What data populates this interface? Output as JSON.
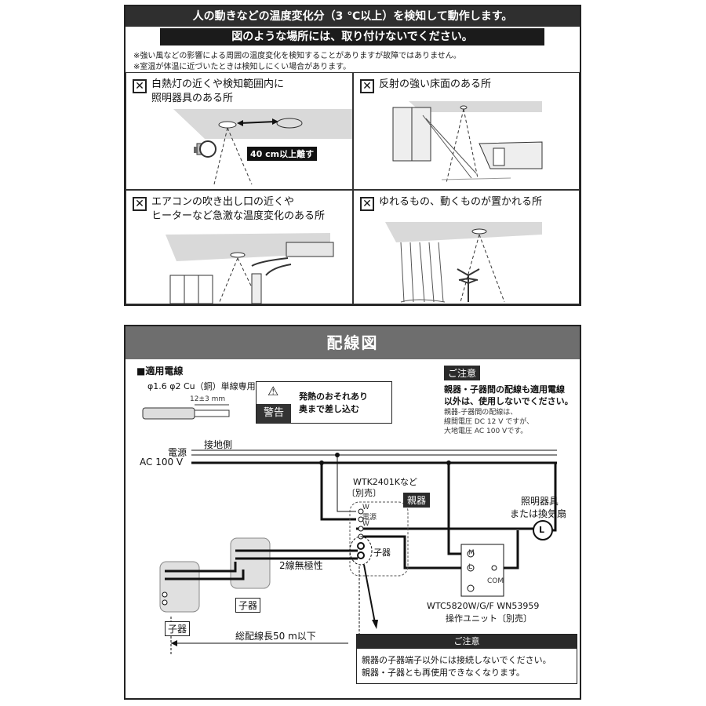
{
  "caution": {
    "heading": "人の動きなどの温度変化分（3 ℃以上）を検知して動作します。",
    "subheading": "図のような場所には、取り付けないでください。",
    "notes": [
      "※強い風などの影響による周囲の温度変化を検知することがありますが故障ではありません。",
      "※室温が体温に近づいたときは検知しにくい場合があります。"
    ],
    "x_mark": "✕",
    "cells": [
      {
        "lines": [
          "白熱灯の近くや検知範囲内に",
          "照明器具のある所"
        ],
        "tag": "40 cm以上離す"
      },
      {
        "lines": [
          "反射の強い床面のある所"
        ]
      },
      {
        "lines": [
          "エアコンの吹き出し口の近くや",
          "ヒーターなど急激な温度変化のある所"
        ]
      },
      {
        "lines": [
          "ゆれるもの、動くものが置かれる所"
        ]
      }
    ]
  },
  "wiring": {
    "title": "配線図",
    "cable": {
      "heading": "■適用電線",
      "spec": "φ1.6  φ2  Cu（銅）単線専用",
      "strip_length": "12±3 mm"
    },
    "warning": {
      "symbol": "⚠",
      "label": "警告",
      "lines": [
        "発熱のおそれあり",
        "奥まで差し込む"
      ]
    },
    "notice": {
      "label": "ご注意",
      "bold_lines": [
        "親器・子器間の配線も適用電線",
        "以外は、使用しないでください。"
      ],
      "small_lines": [
        "親器-子器間の配線は、",
        "線間電圧 DC  12 V ですが、",
        "大地電圧 AC  100 Vです。"
      ]
    },
    "power": {
      "ground_side": "接地側",
      "source": "電源",
      "voltage": "AC  100 V"
    },
    "master": {
      "model": "WTK2401Kなど",
      "sold_separately": "〔別売〕",
      "tag": "親器",
      "terminal_w1": "W",
      "terminal_power": "電源",
      "terminal_w2": "W",
      "terminal_slave": "子器"
    },
    "load": {
      "line1": "照明器具",
      "line2": "または換気扇",
      "symbol": "L"
    },
    "unit": {
      "terminal_m": "M",
      "terminal_l": "L",
      "terminal_com": "COM",
      "model": "WTC5820W/G/F  WN53959",
      "name": "操作ユニット〔別売〕"
    },
    "two_wire": "2線無極性",
    "slave_label_1": "子器",
    "slave_label_2": "子器",
    "total_length": "総配線長50 m以下",
    "bottom_note": {
      "label": "ご注意",
      "lines": [
        "親器の子器端子以外には接続しないでください。",
        "親器・子器とも再使用できなくなります。"
      ]
    }
  }
}
